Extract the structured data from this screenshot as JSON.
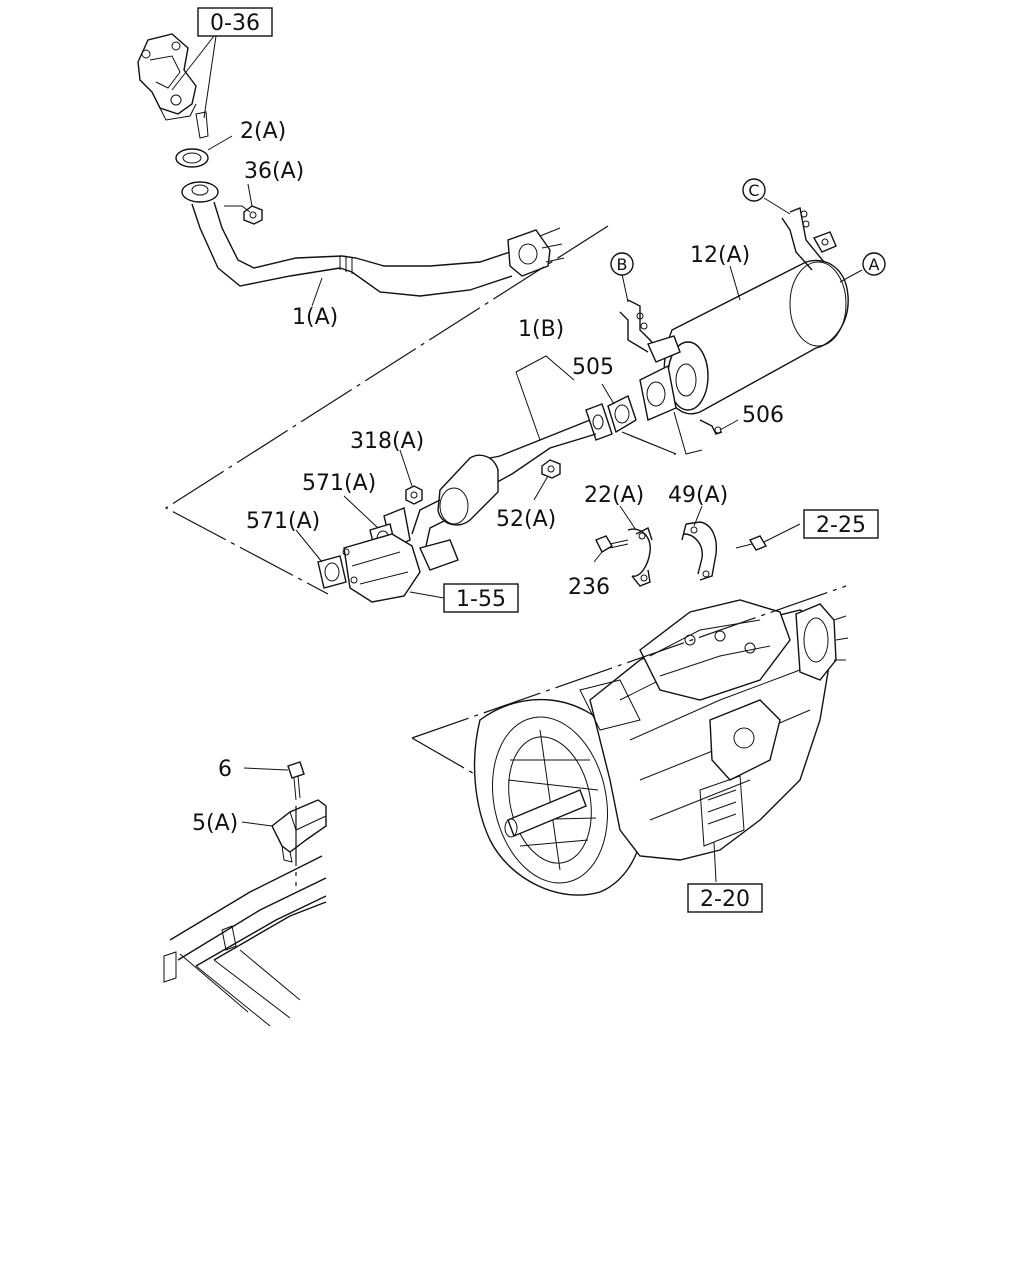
{
  "labels": {
    "ref_0_36": "0-36",
    "part_2a": "2(A)",
    "part_36a": "36(A)",
    "part_1a": "1(A)",
    "circle_c": "C",
    "part_12a": "12(A)",
    "circle_a": "A",
    "circle_b": "B",
    "part_1b": "1(B)",
    "part_505": "505",
    "part_506": "506",
    "part_318a": "318(A)",
    "part_571a_upper": "571(A)",
    "part_571a_lower": "571(A)",
    "part_52a": "52(A)",
    "part_22a": "22(A)",
    "part_49a": "49(A)",
    "ref_2_25": "2-25",
    "part_236": "236",
    "ref_1_55": "1-55",
    "part_6": "6",
    "part_5a": "5(A)",
    "ref_2_20": "2-20"
  }
}
